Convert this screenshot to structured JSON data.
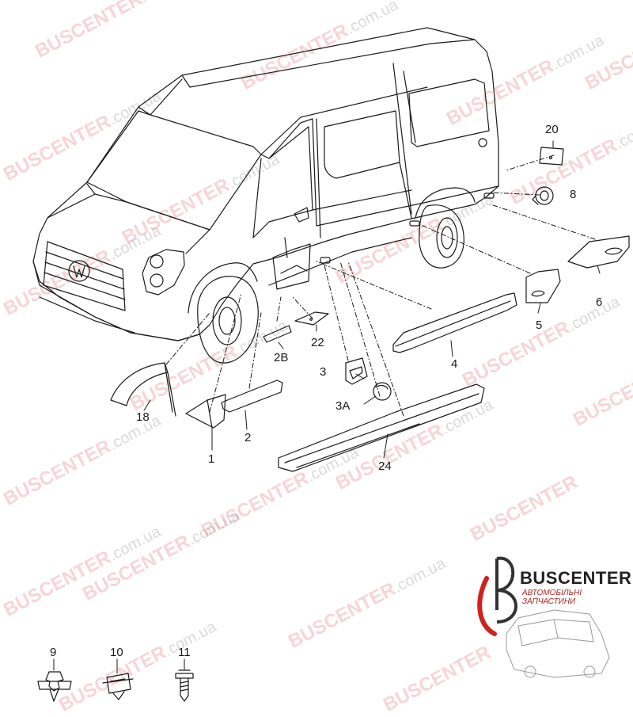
{
  "watermark": {
    "text": "BUSCENTER",
    "suffix": ".com.ua",
    "color": "#dc3c46"
  },
  "logo": {
    "name": "BUSCENTER",
    "tagline": "АВТОМОБІЛЬНІ ЗАПЧАСТИНИ"
  },
  "callouts": {
    "c20": "20",
    "c8": "8",
    "c6": "6",
    "c5": "5",
    "c4": "4",
    "c22": "22",
    "c2b": "2B",
    "c3": "3",
    "c3a": "3A",
    "c18": "18",
    "c2": "2",
    "c1": "1",
    "c24": "24",
    "c9": "9",
    "c10": "10",
    "c11": "11"
  }
}
